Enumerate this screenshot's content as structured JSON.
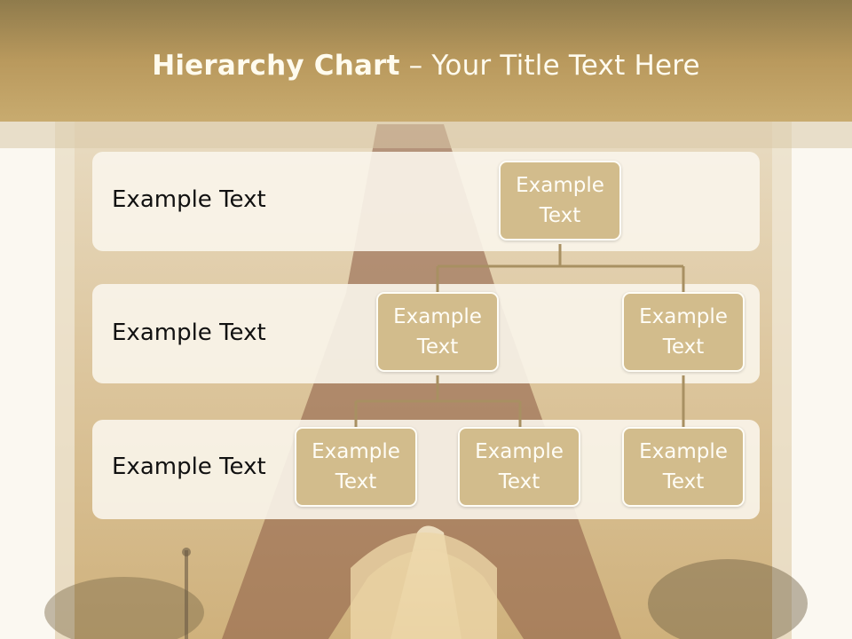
{
  "slide": {
    "title_bold": "Hierarchy Chart",
    "title_rest": " – Your Title Text Here"
  },
  "levels": [
    {
      "label": "Example Text"
    },
    {
      "label": "Example Text"
    },
    {
      "label": "Example Text"
    }
  ],
  "nodes": {
    "root": "Example Text",
    "level2_left": "Example Text",
    "level2_right": "Example Text",
    "level3_a": "Example Text",
    "level3_b": "Example Text",
    "level3_c": "Example Text"
  },
  "colors": {
    "title_band": "#b9995d",
    "node_fill": "#d2bc8c",
    "connector": "#a89062",
    "row_band": "#f9f5eb"
  },
  "background_image": "eiffel-tower-vintage"
}
